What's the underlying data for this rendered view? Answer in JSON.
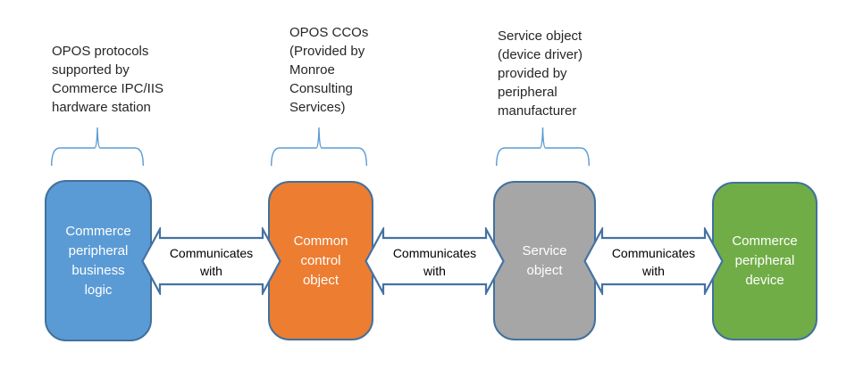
{
  "diagram": {
    "annotations": [
      {
        "text": "OPOS protocols\nsupported by\nCommerce IPC/IIS\nhardware station"
      },
      {
        "text": "OPOS CCOs\n(Provided by\nMonroe\nConsulting\nServices)"
      },
      {
        "text": "Service object\n(device driver)\nprovided by\nperipheral\nmanufacturer"
      }
    ],
    "boxes": [
      {
        "label": "Commerce\nperipheral\nbusiness\nlogic",
        "fill": "#5B9BD5"
      },
      {
        "label": "Common\ncontrol\nobject",
        "fill": "#ED7D31"
      },
      {
        "label": "Service\nobject",
        "fill": "#A6A6A6"
      },
      {
        "label": "Commerce\nperipheral\ndevice",
        "fill": "#70AD47"
      }
    ],
    "connectors": [
      {
        "label": "Communicates\nwith"
      },
      {
        "label": "Communicates\nwith"
      },
      {
        "label": "Communicates\nwith"
      }
    ],
    "colors": {
      "box_border": "#41719C",
      "arrow_border": "#4472A4",
      "arrow_fill": "#FFFFFF",
      "brace": "#5B9BD5",
      "annotation_text": "#262626",
      "box_text": "#FFFFFF",
      "arrow_text": "#000000"
    }
  }
}
